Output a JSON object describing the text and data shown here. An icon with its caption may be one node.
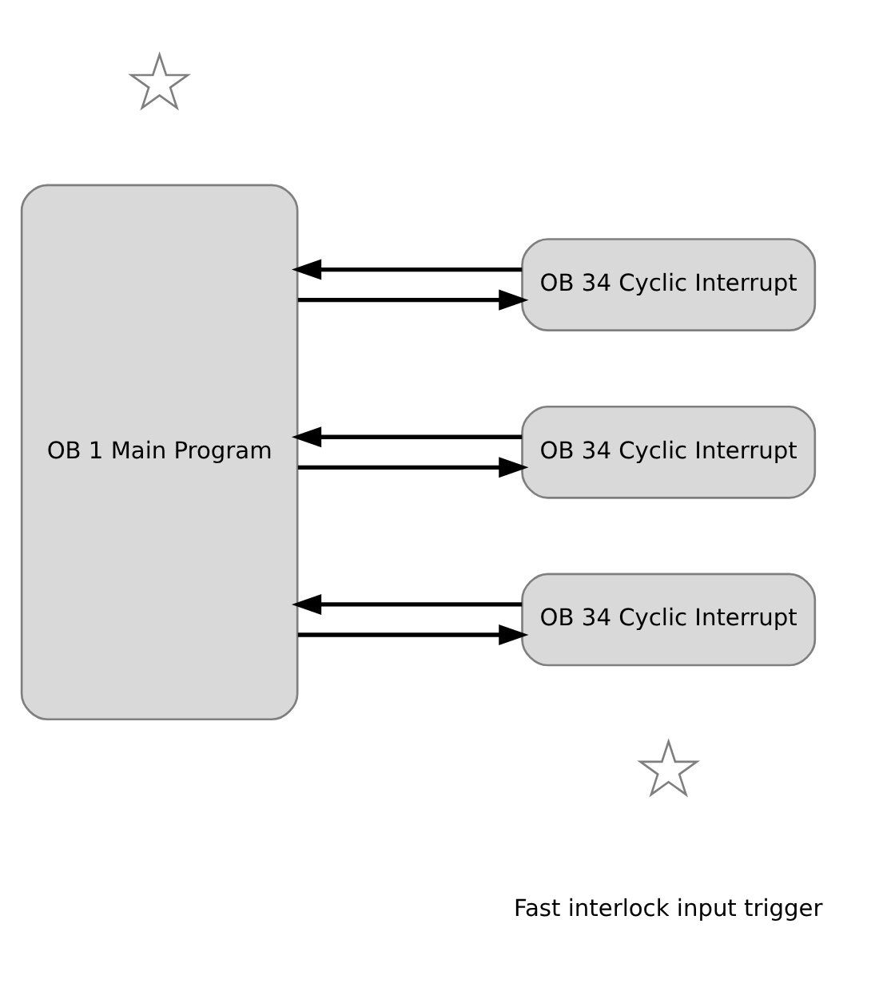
{
  "diagram": {
    "nodes": [
      {
        "text": [
          "OB 1 Main Program"
        ]
      },
      {
        "text": [
          "OB 34 Cyclic Interrupt"
        ]
      },
      {
        "text": [
          "OB 34 Cyclic Interrupt"
        ]
      },
      {
        "text": [
          "OB 34 Cyclic Interrupt"
        ]
      },
      {
        "text": [],
        "shape": "star"
      },
      {
        "text": [],
        "shape": "star"
      }
    ],
    "edges": [
      {
        "from": 0,
        "to": 1,
        "arrow": "to"
      },
      {
        "from": 1,
        "to": 0,
        "arrow": "to"
      },
      {
        "from": 0,
        "to": 2,
        "arrow": "to"
      },
      {
        "from": 2,
        "to": 0,
        "arrow": "to"
      },
      {
        "from": 0,
        "to": 3,
        "arrow": "to"
      },
      {
        "from": 3,
        "to": 0,
        "arrow": "to"
      }
    ],
    "legend": [
      {
        "text": "Fast interlock input trigger"
      }
    ]
  }
}
